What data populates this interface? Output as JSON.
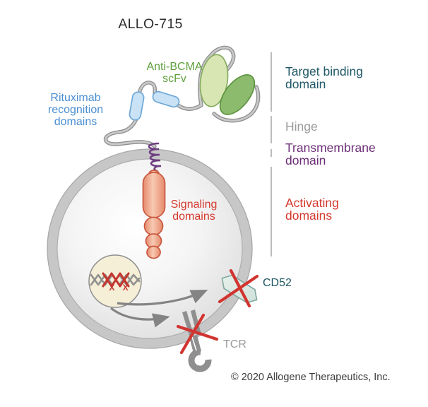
{
  "title": "ALLO-715",
  "construct": {
    "anti_bcma_label": "Anti-BCMA scFv",
    "rituximab_label": "Rituximab recognition domains",
    "signaling_label": "Signaling domains"
  },
  "side_labels": [
    {
      "label": "Target binding domain",
      "color": "#1f5866"
    },
    {
      "label": "Hinge",
      "color": "#9b9b9b"
    },
    {
      "label": "Transmembrane domain",
      "color": "#6c2f77"
    },
    {
      "label": "Activating domains",
      "color": "#d5392e"
    }
  ],
  "cell": {
    "cd52_label": "CD52",
    "tcr_label": "TCR",
    "knockout_marks": "X X"
  },
  "footer": {
    "copyright": "© 2020 Allogene Therapeutics, Inc."
  },
  "colors": {
    "scfv_green_light": "#d8e6b4",
    "scfv_green_dark": "#8cbb6e",
    "rituximab_blue": "#c9e2f5",
    "signaling_salmon": "#eda184",
    "transmembrane_purple": "#6e3d80",
    "knockout_red": "#d23430",
    "membrane_gray": "#c7c7c7",
    "cd52_teal": "#dcE9e3",
    "nucleus_cream": "#f6efd8"
  }
}
